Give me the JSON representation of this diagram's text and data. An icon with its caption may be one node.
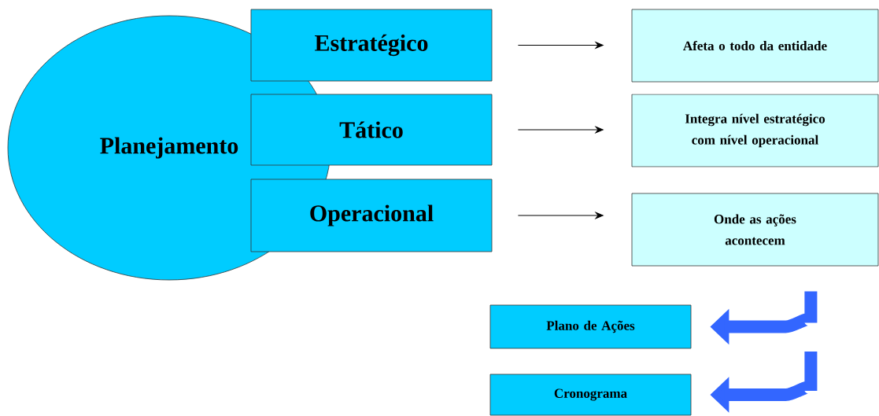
{
  "diagram": {
    "nodes": [
      {
        "text": [
          "Planejamento"
        ]
      },
      {
        "text": [
          "Estratégico"
        ]
      },
      {
        "text": [
          "Tático"
        ]
      },
      {
        "text": [
          "Operacional"
        ]
      },
      {
        "text": [
          "Afeta o todo da entidade"
        ]
      },
      {
        "text": [
          "Integra nível estratégico com nível operacional"
        ]
      },
      {
        "text": [
          "Onde as ações acontecem"
        ]
      },
      {
        "text": [
          "Plano de Ações"
        ]
      },
      {
        "text": [
          "Cronograma"
        ]
      }
    ],
    "edges": [
      {
        "from": 1,
        "to": 4,
        "arrow": "to"
      },
      {
        "from": 2,
        "to": 5,
        "arrow": "to"
      },
      {
        "from": 3,
        "to": 6,
        "arrow": "to"
      },
      {
        "from": 6,
        "to": 7,
        "arrow": "to",
        "style": "thick",
        "color": "#3366ff"
      },
      {
        "from": null,
        "to": 8,
        "arrow": "to",
        "style": "thick",
        "color": "#3366ff"
      }
    ]
  }
}
